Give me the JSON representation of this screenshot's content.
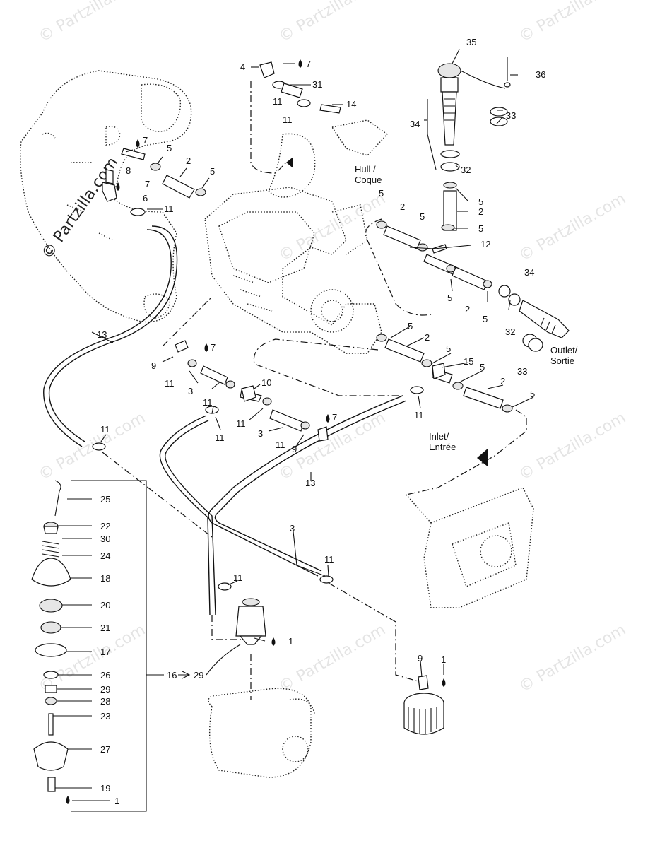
{
  "watermark": {
    "text": "© Partzilla.com",
    "logo_text": "© Partzilla.com"
  },
  "labels": {
    "hull": [
      "Hull /",
      "Coque"
    ],
    "outlet": [
      "Outlet/",
      "Sortie"
    ],
    "inlet": [
      "Inlet/",
      "Entrée"
    ]
  },
  "callouts": {
    "c35": "35",
    "c36": "36",
    "c33a": "33",
    "c34a": "34",
    "c32a": "32",
    "c5_r1": "5",
    "c2_r1": "2",
    "c5_r2": "5",
    "c4": "4",
    "c7a": "7",
    "c31": "31",
    "c11a": "11",
    "c14": "14",
    "c11b": "11",
    "c7b": "7",
    "c8": "8",
    "c5a": "5",
    "c2a": "2",
    "c5b": "5",
    "c7c": "7",
    "c6": "6",
    "c11c": "11",
    "c5c": "5",
    "c2b": "2",
    "c5d": "5",
    "c12": "12",
    "c5e": "5",
    "c2c": "2",
    "c5f": "5",
    "c34b": "34",
    "c32b": "32",
    "c33b": "33",
    "c13a": "13",
    "c7d": "7",
    "c9a": "9",
    "c11d": "11",
    "c3a": "3",
    "c10": "10",
    "c11e": "11",
    "c11f": "11",
    "c3b": "3",
    "c11g": "11",
    "c7e": "7",
    "c11h": "11",
    "c9b": "9",
    "c5g": "5",
    "c2d": "2",
    "c5h": "5",
    "c15": "15",
    "c5i": "5",
    "c2e": "2",
    "c5j": "5",
    "c11i": "11",
    "c11j": "11",
    "c13b": "13",
    "c3c": "3",
    "c11k": "11",
    "c11l": "11",
    "c1a": "1",
    "c9c": "9",
    "c1b": "1",
    "c25": "25",
    "c22": "22",
    "c30": "30",
    "c24": "24",
    "c18": "18",
    "c20": "20",
    "c21": "21",
    "c17": "17",
    "c16": "16",
    "c29a": "29",
    "c26": "26",
    "c29b": "29",
    "c28": "28",
    "c23": "23",
    "c27": "27",
    "c19": "19",
    "c1c": "1"
  }
}
